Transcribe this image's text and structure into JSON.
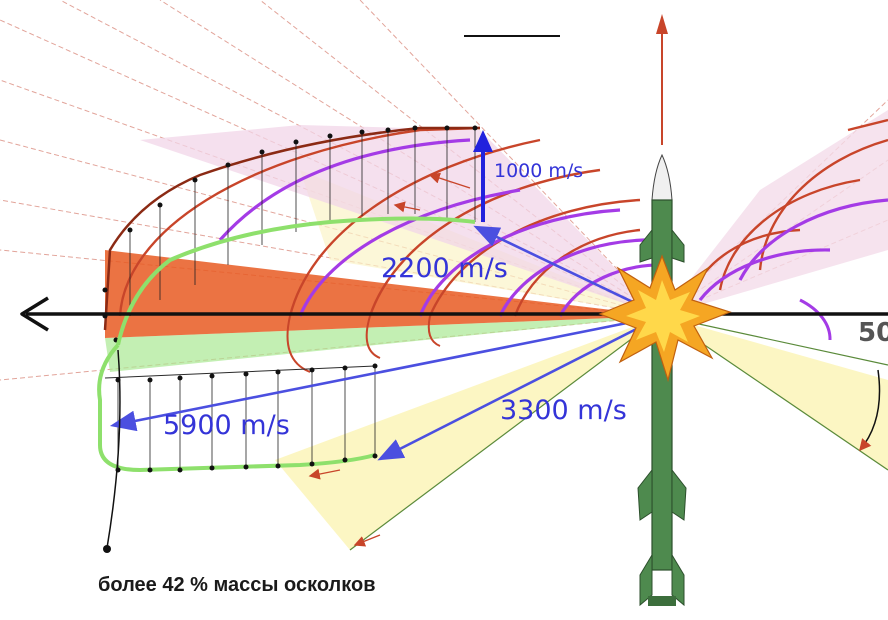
{
  "labels": {
    "v1000": "1000 m/s",
    "v2200": "2200 m/s",
    "v3300": "3300 m/s",
    "v5900": "5900 m/s",
    "partial": "50",
    "caption": "более 42 % массы осколков"
  },
  "colors": {
    "velocity_arrow": "#4b4fe0",
    "main_axis": "#111111",
    "red_shells": "#c8452a",
    "purple_shells": "#a43be6",
    "green_envelope": "#8ee06c",
    "yellow_zone": "#fbf4b8",
    "pink_zone": "#f2d6e8",
    "missile_body": "#4e8a4e",
    "explosion": "#f5a623"
  }
}
